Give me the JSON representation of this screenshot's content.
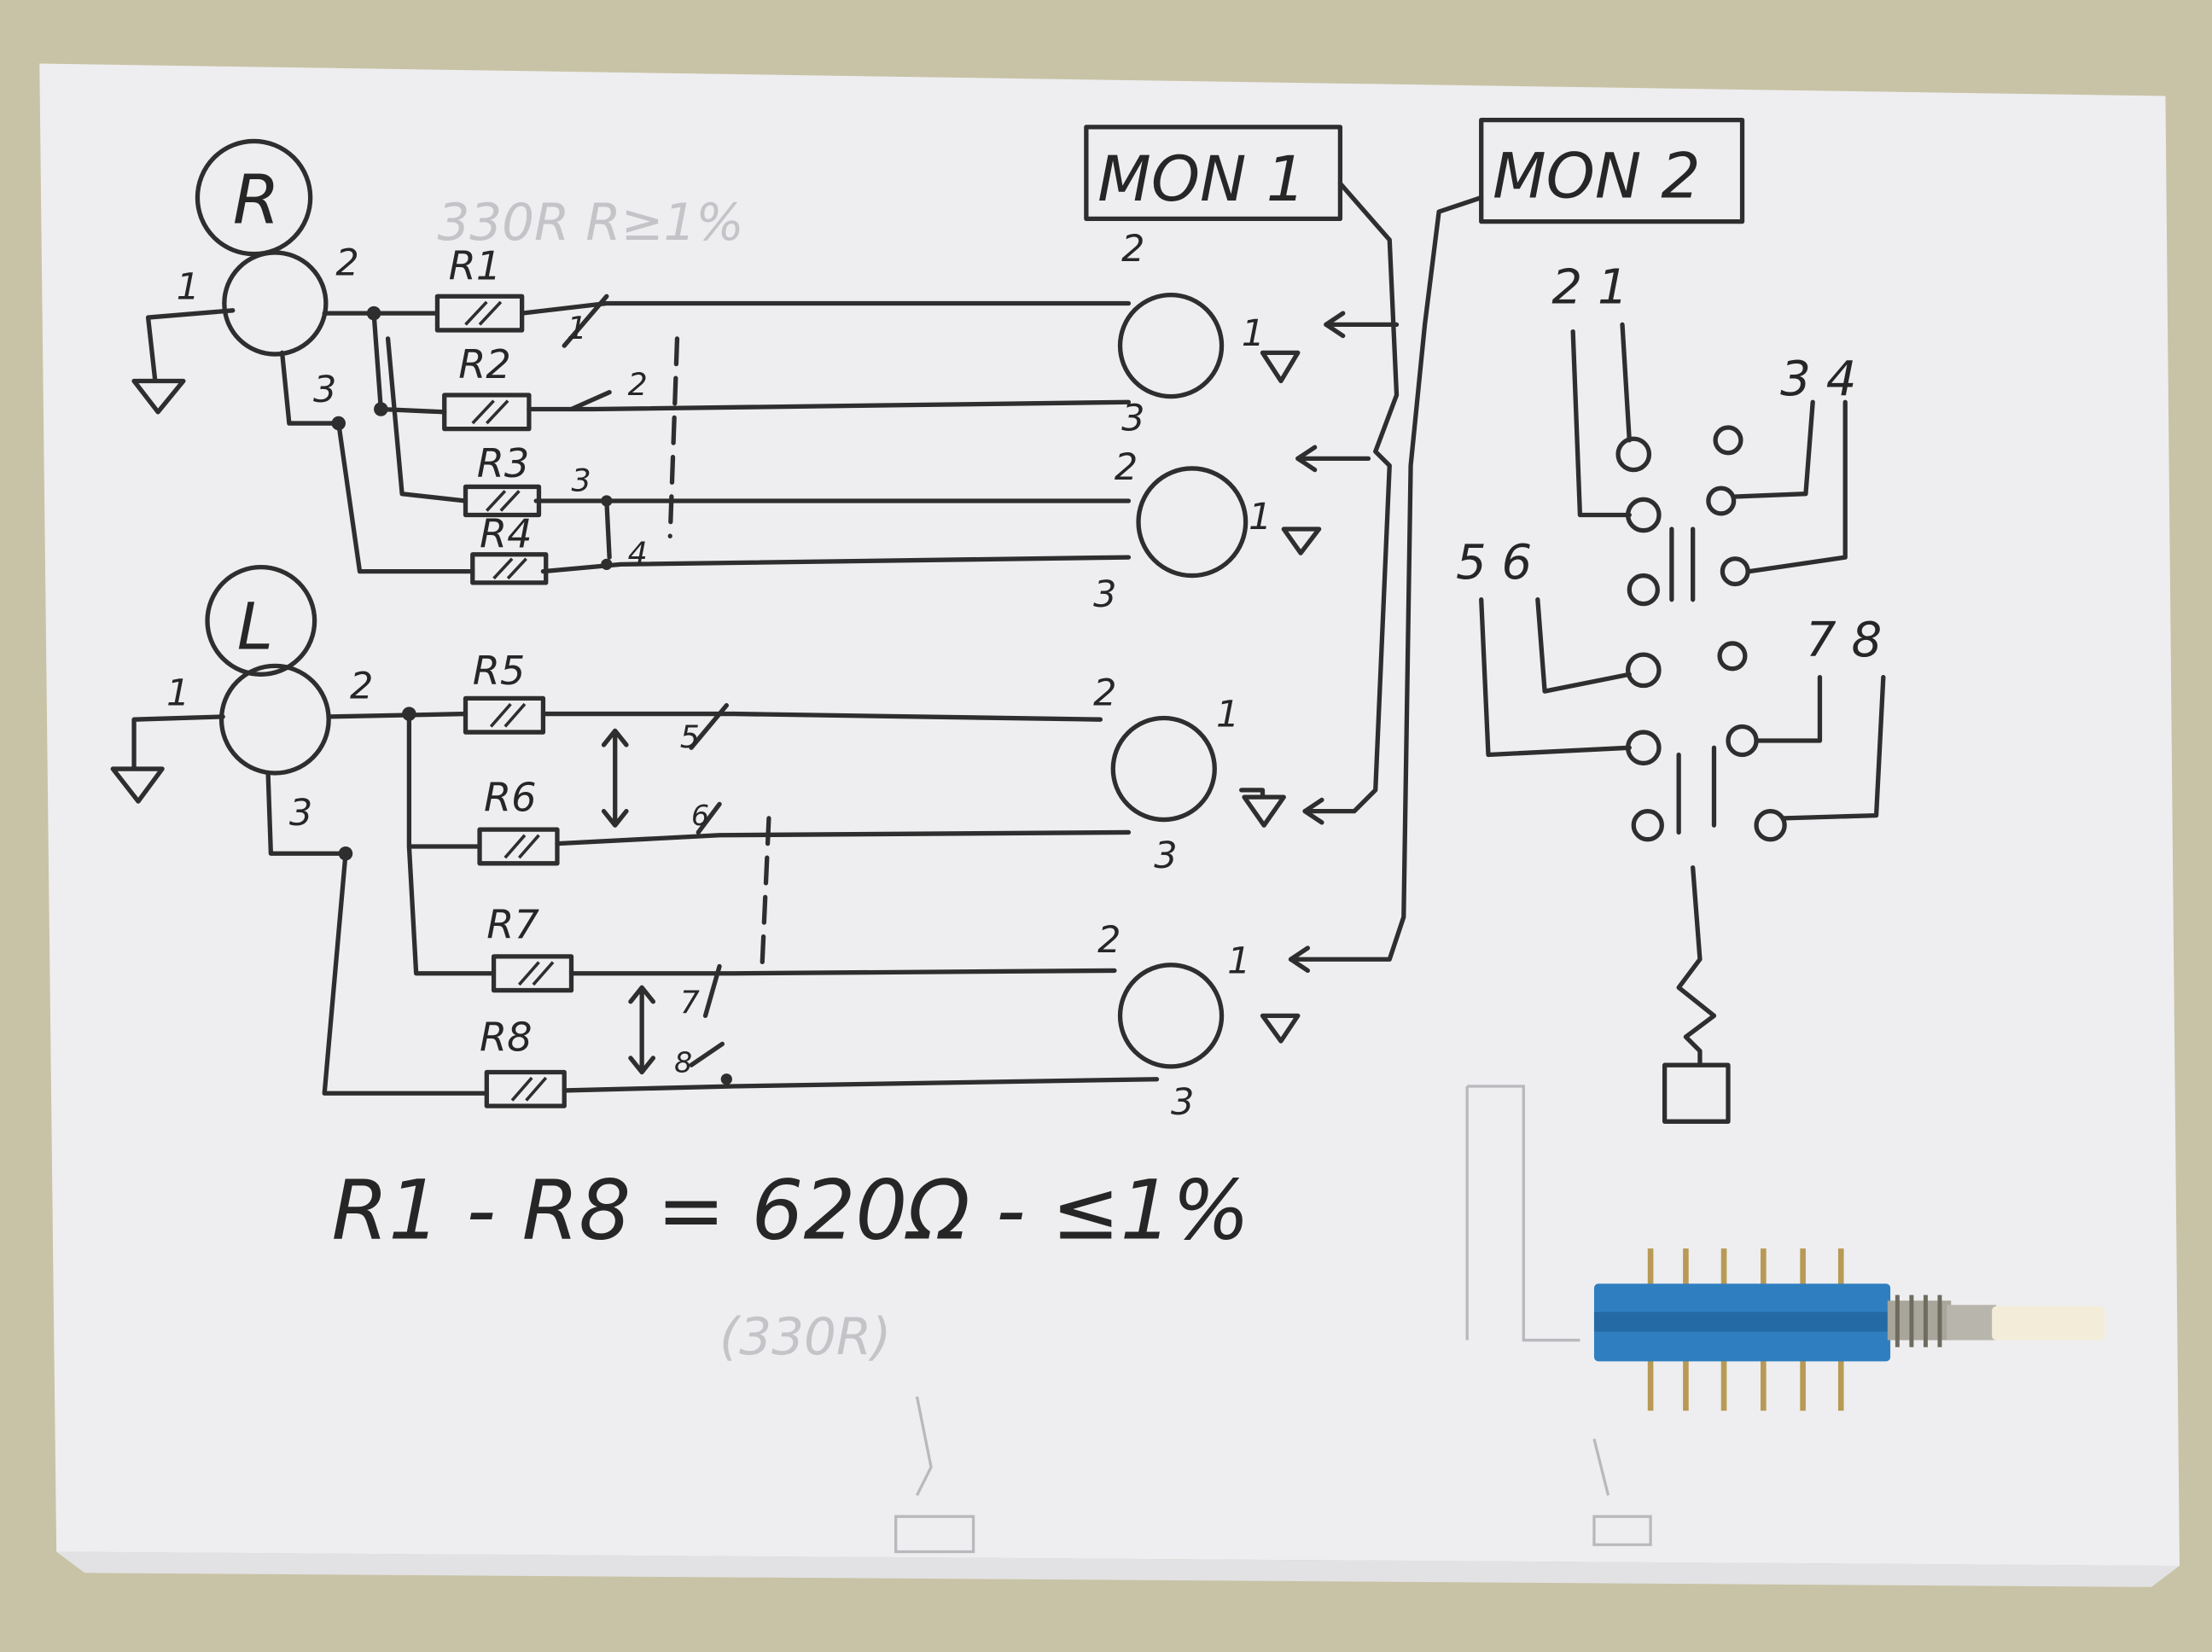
{
  "inputs": {
    "right": {
      "label": "R",
      "pin1": "1",
      "pin2": "2",
      "pin3": "3"
    },
    "left": {
      "label": "L",
      "pin1": "1",
      "pin2": "2",
      "pin3": "3"
    }
  },
  "outputs": {
    "mon1": "MON 1",
    "mon2": "MON 2"
  },
  "resistors": [
    "R1",
    "R2",
    "R3",
    "R4",
    "R5",
    "R6",
    "R7",
    "R8"
  ],
  "switch_contacts": [
    "1",
    "2",
    "3",
    "4",
    "5",
    "6",
    "7",
    "8"
  ],
  "xlr_out_pins": [
    {
      "p1": "1",
      "p2": "2",
      "p3": "3"
    },
    {
      "p1": "1",
      "p2": "2",
      "p3": "3"
    },
    {
      "p1": "1",
      "p2": "2",
      "p3": "3"
    },
    {
      "p1": "1",
      "p2": "2",
      "p3": "3"
    }
  ],
  "switch_pinout": {
    "row1": "2 1",
    "row2": "3 4",
    "row3": "5 6",
    "row4": "7 8"
  },
  "formula": "R1 - R8 = 620Ω - ≤1%",
  "faint_notes": {
    "top": "330R R≥1%",
    "bottom": "(330R)"
  },
  "colors": {
    "paper": "#eeeef0",
    "ink": "#2e2e2e",
    "component": "#2f7fc0",
    "background": "#c8c3a6"
  }
}
